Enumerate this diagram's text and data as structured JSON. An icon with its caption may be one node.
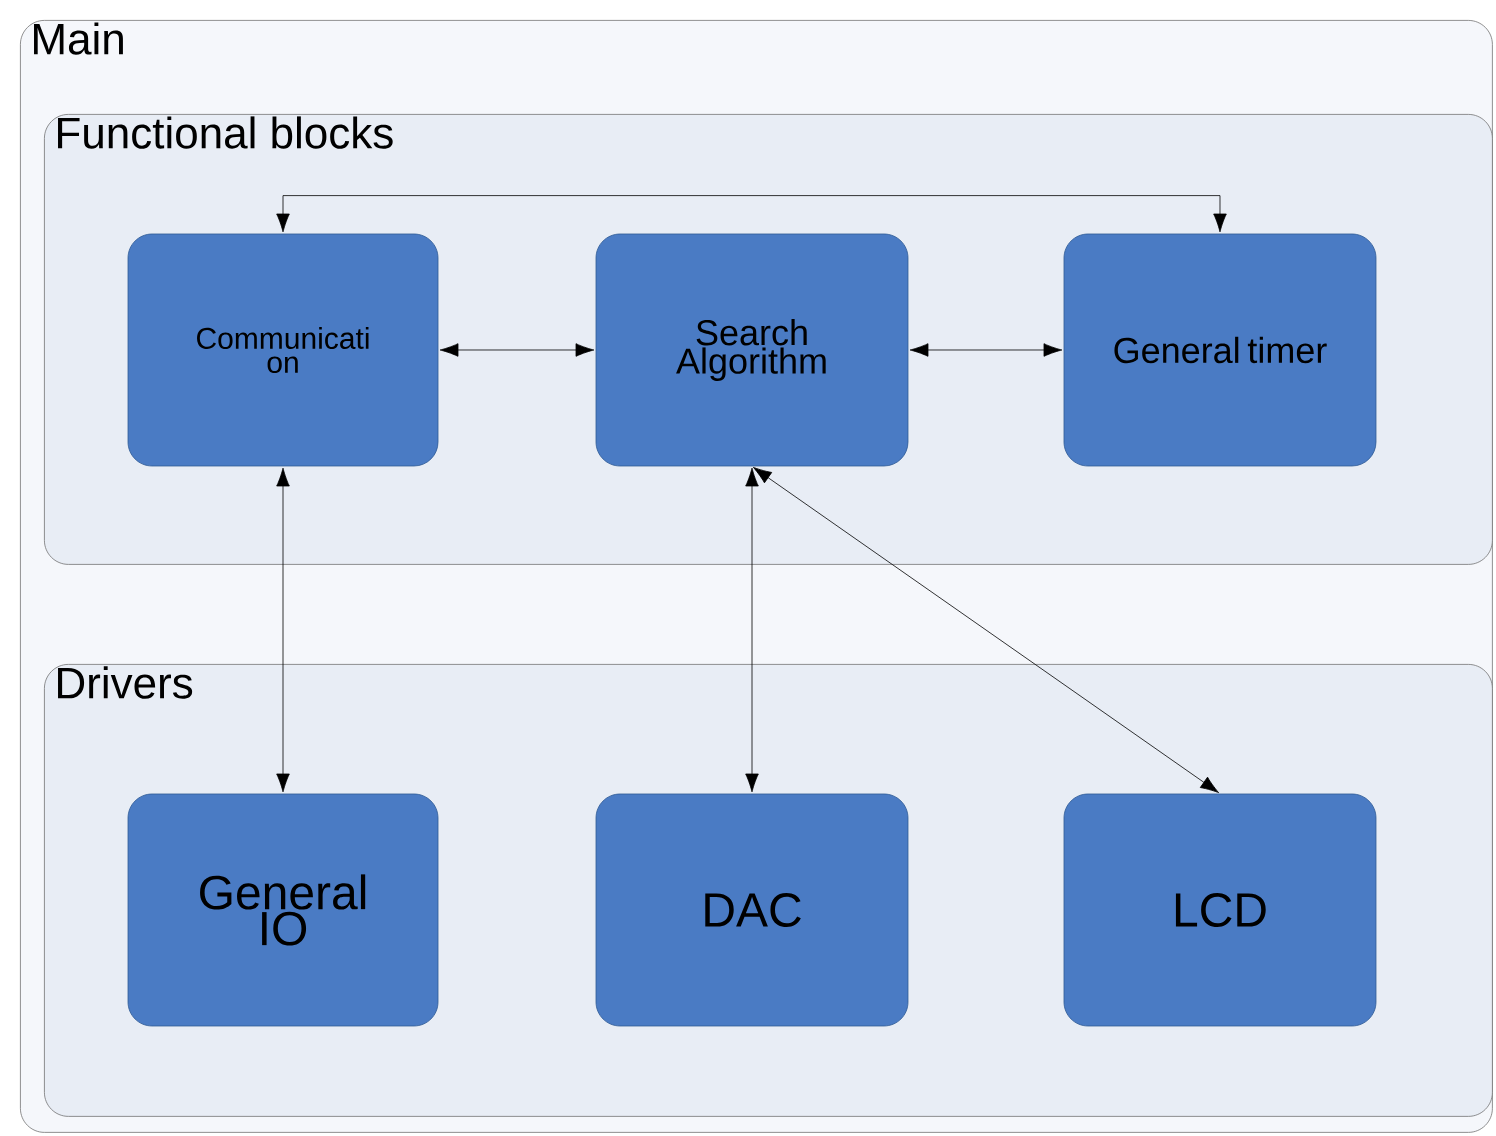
{
  "diagram": {
    "nodes": [
      {
        "text": [
          "Main"
        ]
      },
      {
        "text": [
          "Functional blocks"
        ],
        "in": 0
      },
      {
        "text": [
          "Communicati on"
        ],
        "in": 1
      },
      {
        "text": [
          "Search Algorithm"
        ],
        "in": 1
      },
      {
        "text": [
          "General timer"
        ],
        "in": 1
      },
      {
        "text": [
          "Drivers"
        ],
        "in": 0
      },
      {
        "text": [
          "General IO"
        ],
        "in": 5
      },
      {
        "text": [
          "DAC"
        ],
        "in": 5
      },
      {
        "text": [
          "LCD"
        ],
        "in": 5
      }
    ],
    "edges": [
      {
        "from": 2,
        "to": 3,
        "arrow": "both"
      },
      {
        "from": 3,
        "to": 4,
        "arrow": "both"
      },
      {
        "from": 2,
        "to": 4,
        "arrow": "both"
      },
      {
        "from": 2,
        "to": 6,
        "arrow": "both"
      },
      {
        "from": 3,
        "to": 7,
        "arrow": "both"
      },
      {
        "from": 3,
        "to": 8,
        "arrow": "both"
      }
    ]
  }
}
